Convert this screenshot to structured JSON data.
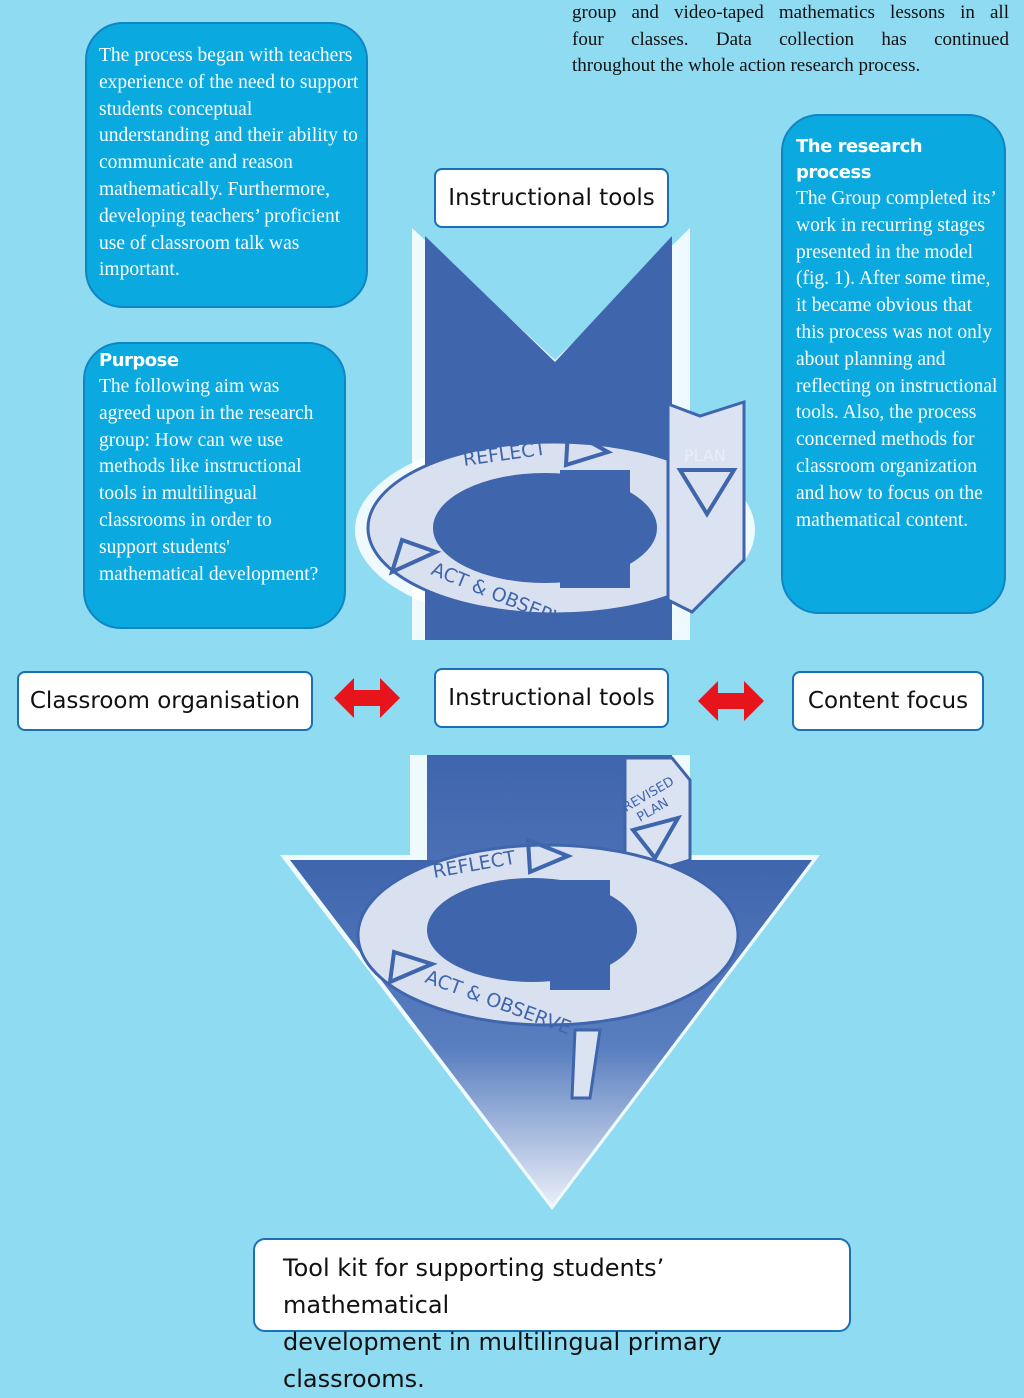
{
  "intro": {
    "lines": [
      "group and video-taped mathematics lessons in all",
      "four classes. Data collection has continued",
      "throughout the whole action research process."
    ]
  },
  "background_box": {
    "text": "The process began with teachers experience of the need to support students conceptual understanding and their ability to communicate and reason mathematically. Furthermore, developing teachers’ proficient use of classroom talk was important."
  },
  "purpose_box": {
    "heading": "Purpose",
    "text": "The  following aim was agreed upon in the research group: How can we use methods like instructional tools in multilingual classrooms in order to support students' mathematical development?"
  },
  "research_box": {
    "heading": "The research process",
    "text": "The Group completed its’ work in recurring stages presented in the model (fig. 1).  After some time, it became obvious that this process was not only about planning and reflecting on instructional tools. Also, the process concerned methods for  classroom organization and how to focus on the mathematical content."
  },
  "diagram": {
    "top_label": "Instructional tools",
    "middle_label": "Instructional tools",
    "left_label": "Classroom organisation",
    "right_label": "Content focus",
    "top_cycle": {
      "reflect": "REFLECT",
      "plan": "PLAN",
      "act_observe": "ACT & OBSERVE"
    },
    "bottom_cycle": {
      "reflect": "REFLECT",
      "revised": "REVISED",
      "plan": "PLAN",
      "act_observe": "ACT & OBSERVE"
    },
    "colors": {
      "arrow_blue": "#3f65ad",
      "arrow_red": "#e8141b",
      "box_border": "#1b6fb4",
      "bubble_fill": "#0aa9e0"
    }
  },
  "footer": {
    "line1": "Tool kit for supporting students’ mathematical",
    "line2": "development in multilingual primary classrooms."
  }
}
